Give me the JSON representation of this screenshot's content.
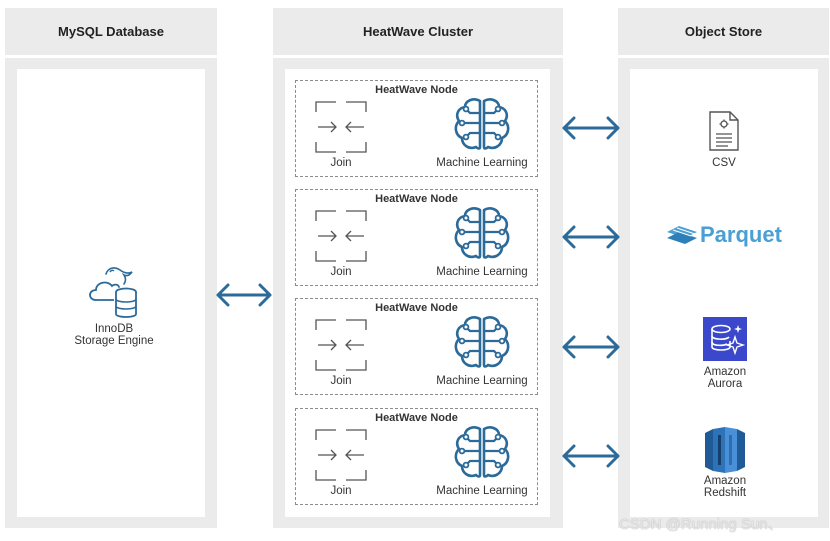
{
  "columns": {
    "mysql": {
      "title": "MySQL Database"
    },
    "heatwave": {
      "title": "HeatWave Cluster"
    },
    "object_store": {
      "title": "Object Store"
    }
  },
  "mysql_engine": {
    "line1": "InnoDB",
    "line2": "Storage Engine"
  },
  "nodes": [
    {
      "title": "HeatWave Node",
      "join": "Join",
      "ml": "Machine Learning"
    },
    {
      "title": "HeatWave Node",
      "join": "Join",
      "ml": "Machine Learning"
    },
    {
      "title": "HeatWave Node",
      "join": "Join",
      "ml": "Machine Learning"
    },
    {
      "title": "HeatWave Node",
      "join": "Join",
      "ml": "Machine Learning"
    }
  ],
  "stores": {
    "csv": "CSV",
    "parquet": "Parquet",
    "aurora": {
      "line1": "Amazon",
      "line2": "Aurora"
    },
    "redshift": {
      "line1": "Amazon",
      "line2": "Redshift"
    }
  },
  "watermark": "CSDN @Running Sun、",
  "colors": {
    "arrow": "#2c6a99",
    "icon_blue": "#2c6a99",
    "aurora": "#3b48cc",
    "redshift": "#2e73b8",
    "parquet": "#4a9fd5",
    "panel_bg": "#ebebeb"
  }
}
